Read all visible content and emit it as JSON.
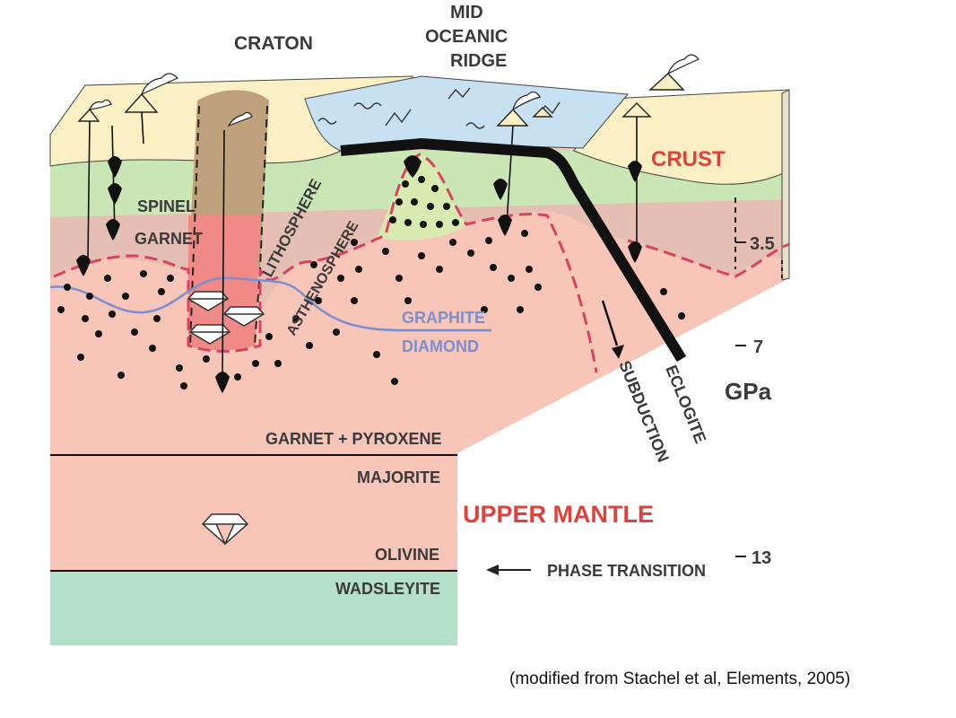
{
  "labels": {
    "craton": "CRATON",
    "ridge_1": "MID",
    "ridge_2": "OCEANIC",
    "ridge_3": "RIDGE",
    "crust": "CRUST",
    "spinel": "SPINEL",
    "garnet": "GARNET",
    "lithosphere": "LITHOSPHERE",
    "asthenosphere": "ASTHENOSPHERE",
    "graphite": "GRAPHITE",
    "diamond": "DIAMOND",
    "subduction": "SUBDUCTION",
    "eclogite": "ECLOGITE",
    "garnet_pyroxene": "GARNET + PYROXENE",
    "majorite": "MAJORITE",
    "upper_mantle": "UPPER MANTLE",
    "olivine": "OLIVINE",
    "wadsleyite": "WADSLEYITE",
    "phase_transition": "PHASE TRANSITION"
  },
  "pressure_scale": {
    "unit": "GPa",
    "ticks": [
      "3.5",
      "7",
      "13"
    ]
  },
  "caption": "(modified from Stachel et al, Elements, 2005)",
  "colors": {
    "crust": "#faf0c4",
    "ocean": "#c7e1f2",
    "spinel_zone": "#c9e6b4",
    "lithosphere_garnet": "#e5bfb4",
    "mantle": "#f8c6b8",
    "craton_root": "#bfa27c",
    "craton_keel": "#ef8a86",
    "plume": "#d7ebb0",
    "wadsleyite": "#b4dfc8",
    "red_label": "#e0413a",
    "blue_label": "#7c8fd0",
    "boundary_dash": "#d9435c",
    "graphite_line": "#7c8fd0"
  }
}
